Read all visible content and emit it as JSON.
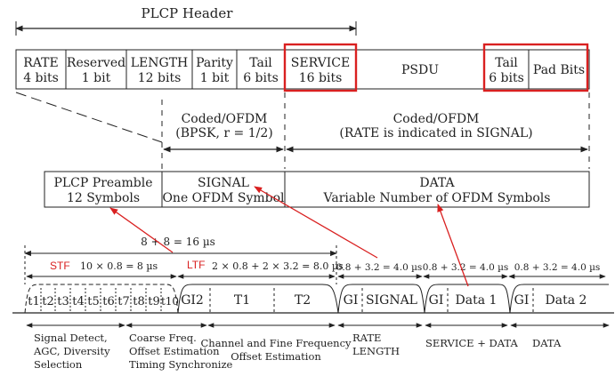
{
  "header": {
    "title": "PLCP Header"
  },
  "frame_fields": [
    {
      "name": "RATE",
      "sub": "4 bits"
    },
    {
      "name": "Reserved",
      "sub": "1 bit"
    },
    {
      "name": "LENGTH",
      "sub": "12 bits"
    },
    {
      "name": "Parity",
      "sub": "1 bit"
    },
    {
      "name": "Tail",
      "sub": "6 bits"
    },
    {
      "name": "SERVICE",
      "sub": "16 bits",
      "highlight": true
    },
    {
      "name": "PSDU",
      "sub": ""
    },
    {
      "name": "Tail",
      "sub": "6 bits",
      "highlight": true
    },
    {
      "name": "Pad Bits",
      "sub": "",
      "highlight": true
    }
  ],
  "coding": {
    "signal": {
      "line1": "Coded/OFDM",
      "line2": "(BPSK, r = 1/2)"
    },
    "data": {
      "line1": "Coded/OFDM",
      "line2": "(RATE is indicated in SIGNAL)"
    }
  },
  "segments": {
    "preamble": {
      "line1": "PLCP Preamble",
      "line2": "12 Symbols"
    },
    "signal": {
      "line1": "SIGNAL",
      "line2": "One OFDM Symbol"
    },
    "data": {
      "line1": "DATA",
      "line2": "Variable Number of OFDM Symbols"
    }
  },
  "timing": {
    "total": "8 + 8 = 16 µs",
    "stf_tag": "STF",
    "stf": "10 × 0.8 = 8 µs",
    "ltf_tag": "LTF",
    "ltf": "2 × 0.8 + 2 × 3.2 = 8.0 µs",
    "signal": "0.8 + 3.2 = 4.0 µs",
    "data1": "0.8 + 3.2 = 4.0 µs",
    "data2": "0.8 + 3.2 = 4.0 µs"
  },
  "waveform": {
    "short_symbols": [
      "t1",
      "t2",
      "t3",
      "t4",
      "t5",
      "t6",
      "t7",
      "t8",
      "t9",
      "t10"
    ],
    "gi2": "GI2",
    "t1": "T1",
    "t2": "T2",
    "gi": "GI",
    "signal": "SIGNAL",
    "data1": "Data 1",
    "data2": "Data 2"
  },
  "functions": [
    {
      "line1": "Signal Detect,",
      "line2": "AGC, Diversity",
      "line3": "Selection"
    },
    {
      "line1": "Coarse Freq.",
      "line2": "Offset Estimation",
      "line3": "Timing Synchronize"
    },
    {
      "line1": "Channel and Fine Frequency",
      "line2": "Offset Estimation",
      "line3": ""
    },
    {
      "line1": "RATE",
      "line2": "LENGTH",
      "line3": ""
    },
    {
      "line1": "SERVICE + DATA",
      "line2": "",
      "line3": ""
    },
    {
      "line1": "DATA",
      "line2": "",
      "line3": ""
    }
  ],
  "colors": {
    "highlight": "#d92020",
    "line": "#222222"
  }
}
